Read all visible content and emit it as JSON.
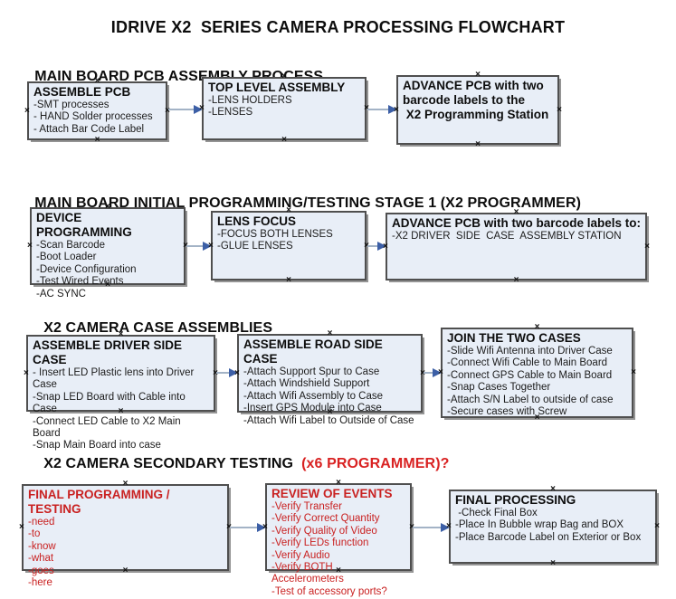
{
  "title": "IDRIVE X2  SERIES CAMERA PROCESSING FLOWCHART",
  "icons": {
    "connection_handle": "×"
  },
  "colors": {
    "box_fill": "#e8eef7",
    "box_border": "#4f4f4f",
    "box_shadow": "#949494",
    "red_text": "#c92121",
    "heading_red": "#d92222",
    "connector_line": "#a3b3c6",
    "connector_arrow": "#3c5fa6"
  },
  "sections": [
    {
      "heading": "MAIN BOARD PCB ASSEMBLY PROCESS",
      "boxes": [
        {
          "title": "ASSEMBLE PCB",
          "items": [
            "-SMT processes",
            "- HAND Solder processes",
            "- Attach Bar Code Label"
          ]
        },
        {
          "title": "TOP LEVEL ASSEMBLY",
          "items": [
            "-LENS HOLDERS",
            "-LENSES"
          ]
        },
        {
          "title": "ADVANCE PCB with two barcode labels to the\n X2 Programming Station",
          "items": []
        }
      ]
    },
    {
      "heading": "MAIN BOARD INITIAL PROGRAMMING/TESTING STAGE 1 (X2 PROGRAMMER)",
      "boxes": [
        {
          "title": "DEVICE PROGRAMMING",
          "items": [
            "-Scan Barcode",
            "-Boot Loader",
            "-Device Configuration",
            "-Test Wired Events",
            "-AC SYNC"
          ]
        },
        {
          "title": "LENS FOCUS",
          "items": [
            "-FOCUS BOTH LENSES",
            "-GLUE LENSES"
          ]
        },
        {
          "title": "ADVANCE PCB with two barcode labels to:",
          "items": [
            "-X2 DRIVER  SIDE  CASE  ASSEMBLY STATION"
          ]
        }
      ]
    },
    {
      "heading": "X2 CAMERA CASE ASSEMBLIES",
      "boxes": [
        {
          "title": "ASSEMBLE DRIVER SIDE CASE",
          "items": [
            "- Insert LED Plastic lens into Driver Case",
            "-Snap LED Board with Cable into Case",
            "-Connect LED Cable to X2 Main Board",
            "-Snap Main Board into case"
          ]
        },
        {
          "title": "ASSEMBLE ROAD SIDE CASE",
          "items": [
            "-Attach Support Spur to Case",
            "-Attach Windshield Support",
            "-Attach Wifi Assembly to Case",
            "-Insert GPS Module into Case",
            "-Attach Wifi Label to Outside of Case"
          ]
        },
        {
          "title": "JOIN THE TWO CASES",
          "items": [
            "-Slide Wifi Antenna into Driver Case",
            "-Connect Wifi Cable to Main Board",
            "-Connect GPS Cable to Main Board",
            "-Snap Cases Together",
            "-Attach S/N Label to outside of case",
            "-Secure cases with Screw"
          ]
        }
      ]
    },
    {
      "heading": "X2 CAMERA SECONDARY TESTING",
      "heading_red": "(x6 PROGRAMMER)?",
      "boxes": [
        {
          "title": "FINAL PROGRAMMING / TESTING",
          "items": [
            "-need",
            "-to",
            "-know",
            "-what",
            "-goes",
            "-here"
          ]
        },
        {
          "title": "REVIEW OF EVENTS",
          "items": [
            "-Verify Transfer",
            "-Verify Correct Quantity",
            "-Verify Quality of Video",
            "-Verify LEDs function",
            "-Verify Audio",
            "-Verify BOTH Accelerometers",
            "-Test of accessory ports?"
          ]
        },
        {
          "title": "FINAL PROCESSING",
          "items": [
            " -Check Final Box",
            "-Place In Bubble wrap Bag and BOX",
            "-Place Barcode Label on Exterior or Box"
          ]
        }
      ]
    }
  ]
}
